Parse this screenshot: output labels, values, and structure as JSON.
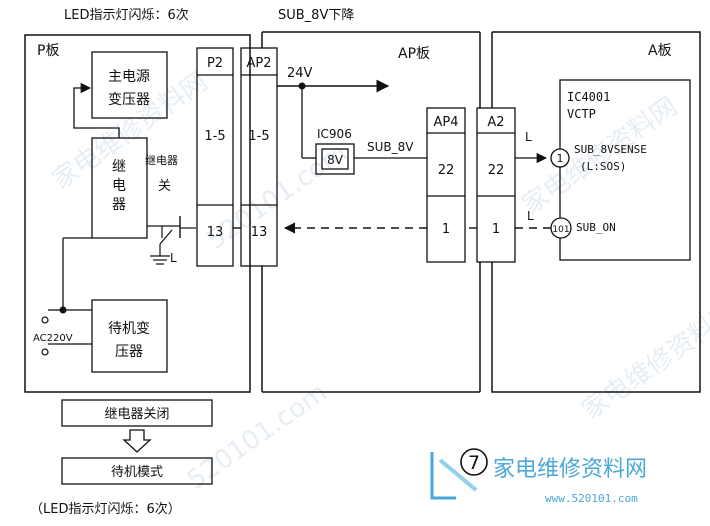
{
  "top_left_label": "LED指示灯闪烁：6次",
  "top_mid_label": "SUB_8V下降",
  "p_board": {
    "title": "P板",
    "main_transformer": [
      "主电源",
      "变压器"
    ],
    "relay": [
      "继",
      "电",
      "器"
    ],
    "relay_label": "继电器",
    "off_label": "关",
    "standby_transformer": [
      "待机变",
      "压器"
    ],
    "ac_label": "AC220V",
    "ground_label": "L"
  },
  "connectors": {
    "p2": {
      "name": "P2",
      "pins": "1-5",
      "pin13": "13"
    },
    "ap2": {
      "name": "AP2",
      "pins": "1-5",
      "pin13": "13"
    },
    "ap4": {
      "name": "AP4",
      "pin22": "22",
      "pin1": "1"
    },
    "a2": {
      "name": "A2",
      "pin22": "22",
      "pin1": "1"
    }
  },
  "ap_board": {
    "title": "AP板",
    "voltage": "24V",
    "ic": "IC906",
    "ic_value": "8V",
    "sub8v": "SUB_8V"
  },
  "a_board": {
    "title": "A板",
    "ic_name": "IC4001",
    "ic_type": "VCTP",
    "pin1_num": "1",
    "pin1_label": "SUB_8VSENSE",
    "pin1_sub": "(L:SOS)",
    "pin101_num": "101",
    "pin101_label": "SUB_ON",
    "level_L1": "L",
    "level_L2": "L"
  },
  "flow": {
    "step1": "继电器关闭",
    "step2": "待机模式",
    "footer": "（LED指示灯闪烁：6次）"
  },
  "badge": "7",
  "brand": {
    "cn": "家电维修资料网",
    "url": "www.520101.com"
  },
  "watermarks": [
    "家电维修资料网",
    "520101.com",
    "家电维修资料网",
    "520101.com",
    "家电维修资料网"
  ]
}
